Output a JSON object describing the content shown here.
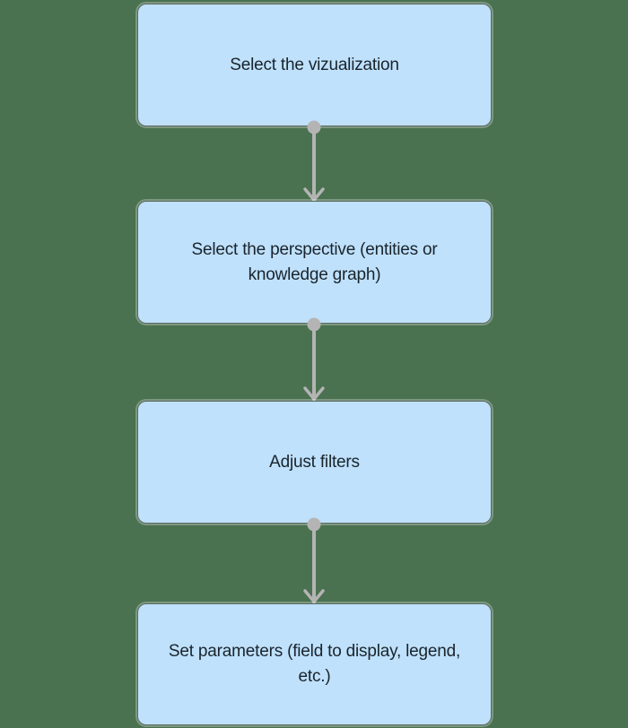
{
  "diagram": {
    "type": "flowchart",
    "direction": "top-to-bottom",
    "nodes": [
      {
        "id": "node-1",
        "label": "Select the vizualization"
      },
      {
        "id": "node-2",
        "label": "Select the perspective (entities or knowledge graph)"
      },
      {
        "id": "node-3",
        "label": "Adjust filters"
      },
      {
        "id": "node-4",
        "label": "Set parameters (field to display, legend, etc.)"
      }
    ],
    "connectors": [
      {
        "from": "node-1",
        "to": "node-2",
        "style": "dot-to-arrowhead"
      },
      {
        "from": "node-2",
        "to": "node-3",
        "style": "dot-to-arrowhead"
      },
      {
        "from": "node-3",
        "to": "node-4",
        "style": "dot-to-arrowhead"
      }
    ],
    "colors": {
      "background_color": "#4a7150",
      "node_fill_color": "#bfe1fc",
      "node_border_color": "#5d6a64",
      "node_text_color": "#1a242c",
      "arrow_color": "#b4b4b4"
    }
  }
}
